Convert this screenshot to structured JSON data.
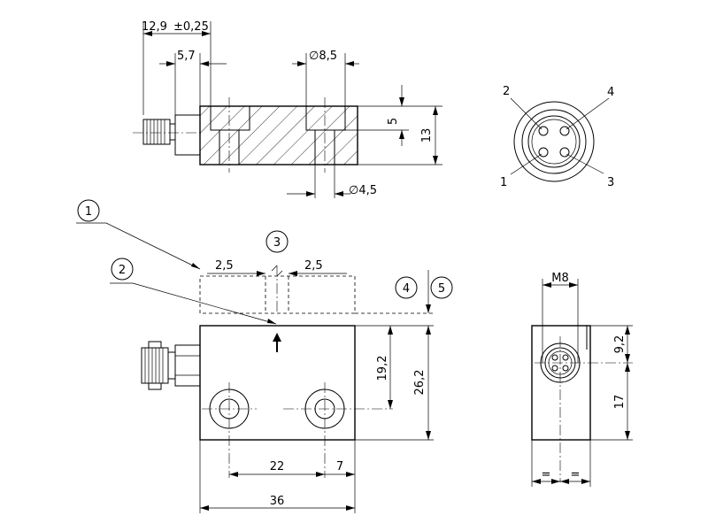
{
  "side_view": {
    "dim_overall": "12,9",
    "dim_tolerance": "±0,25",
    "dim_connector": "5,7",
    "dim_counterbore": "∅8,5",
    "dim_hole": "∅4,5",
    "dim_cb_depth": "5",
    "dim_height": "13"
  },
  "connector_face": {
    "pins": [
      "1",
      "2",
      "3",
      "4"
    ]
  },
  "top_view": {
    "callouts": [
      "1",
      "2",
      "3",
      "4",
      "5"
    ],
    "dim_left_offset": "2,5",
    "dim_right_offset": "2,5",
    "dim_hole_height": "19,2",
    "dim_body_height": "26,2",
    "dim_hole_spacing": "22",
    "dim_edge": "7",
    "dim_width": "36"
  },
  "end_view": {
    "dim_thread": "M8",
    "dim_connector_height": "9,2",
    "dim_bottom": "17",
    "eq_left": "=",
    "eq_right": "="
  }
}
